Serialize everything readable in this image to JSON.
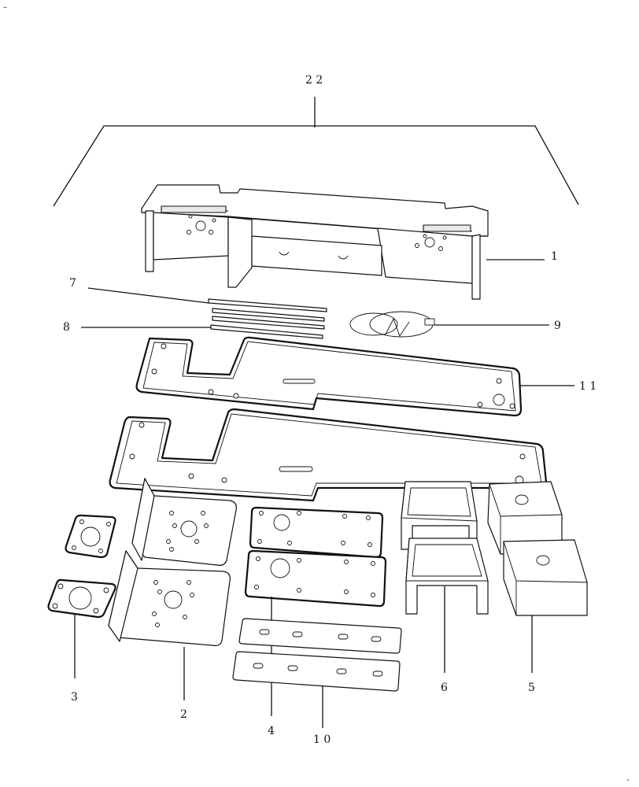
{
  "callouts": {
    "c22": "2 2",
    "c1": "1",
    "c7": "7",
    "c8": "8",
    "c9": "9",
    "c11": "1 1",
    "c3": "3",
    "c2": "2",
    "c4": "4",
    "c10": "1 0",
    "c6": "6",
    "c5": "5"
  },
  "marks": {
    "top_left": "–",
    "bottom_right": "-"
  }
}
